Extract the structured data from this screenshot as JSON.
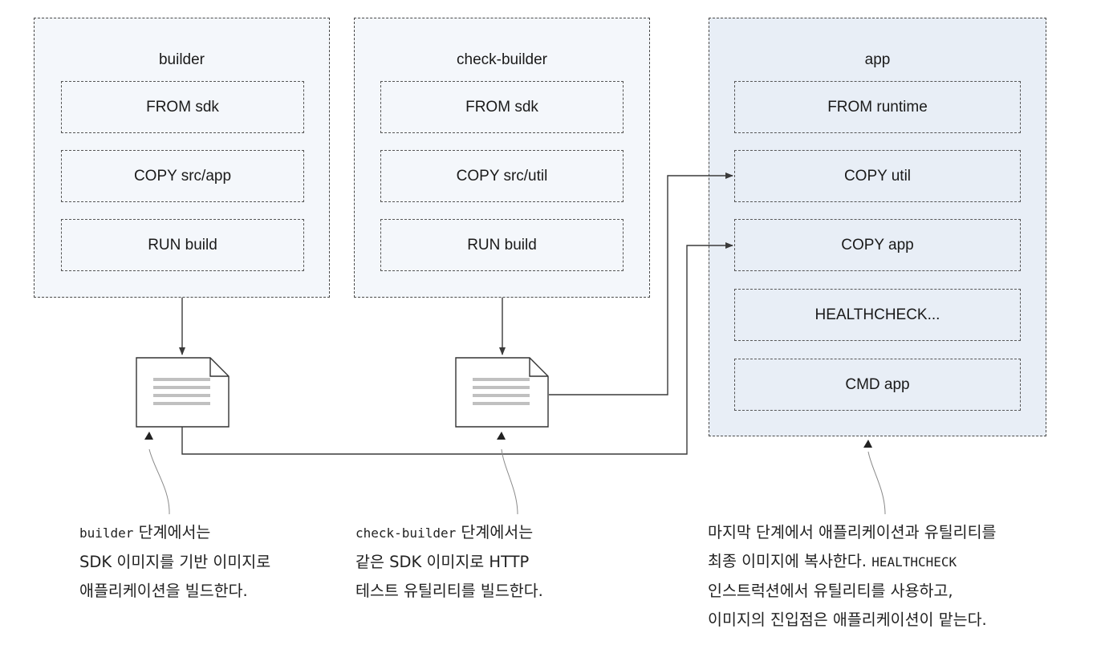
{
  "stages": {
    "builder": {
      "title": "builder",
      "steps": [
        "FROM sdk",
        "COPY src/app",
        "RUN build"
      ]
    },
    "check_builder": {
      "title": "check-builder",
      "steps": [
        "FROM sdk",
        "COPY src/util",
        "RUN build"
      ]
    },
    "app": {
      "title": "app",
      "steps": [
        "FROM runtime",
        "COPY util",
        "COPY app",
        "HEALTHCHECK...",
        "CMD app"
      ]
    }
  },
  "annotations": {
    "builder": {
      "line1_code": "builder",
      "line1_text": " 단계에서는",
      "line2": "SDK 이미지를 기반 이미지로",
      "line3": "애플리케이션을 빌드한다."
    },
    "check_builder": {
      "line1_code": "check-builder",
      "line1_text": " 단계에서는",
      "line2": "같은 SDK 이미지로 HTTP",
      "line3": "테스트 유틸리티를 빌드한다."
    },
    "app": {
      "line1": "마지막 단계에서 애플리케이션과 유틸리티를",
      "line2_text": "최종 이미지에 복사한다. ",
      "line2_code": "HEALTHCHECK",
      "line3": "인스트럭션에서 유틸리티를 사용하고,",
      "line4": "이미지의 진입점은 애플리케이션이 맡는다."
    }
  },
  "colors": {
    "line": "#3a3a3a",
    "dash": "#4a4a4a",
    "app_fill": "#e8eef6",
    "stage_fill": "#f4f7fb",
    "doc_lines": "#bdbdbd"
  },
  "icons": [
    "document-icon",
    "arrow-icon"
  ]
}
